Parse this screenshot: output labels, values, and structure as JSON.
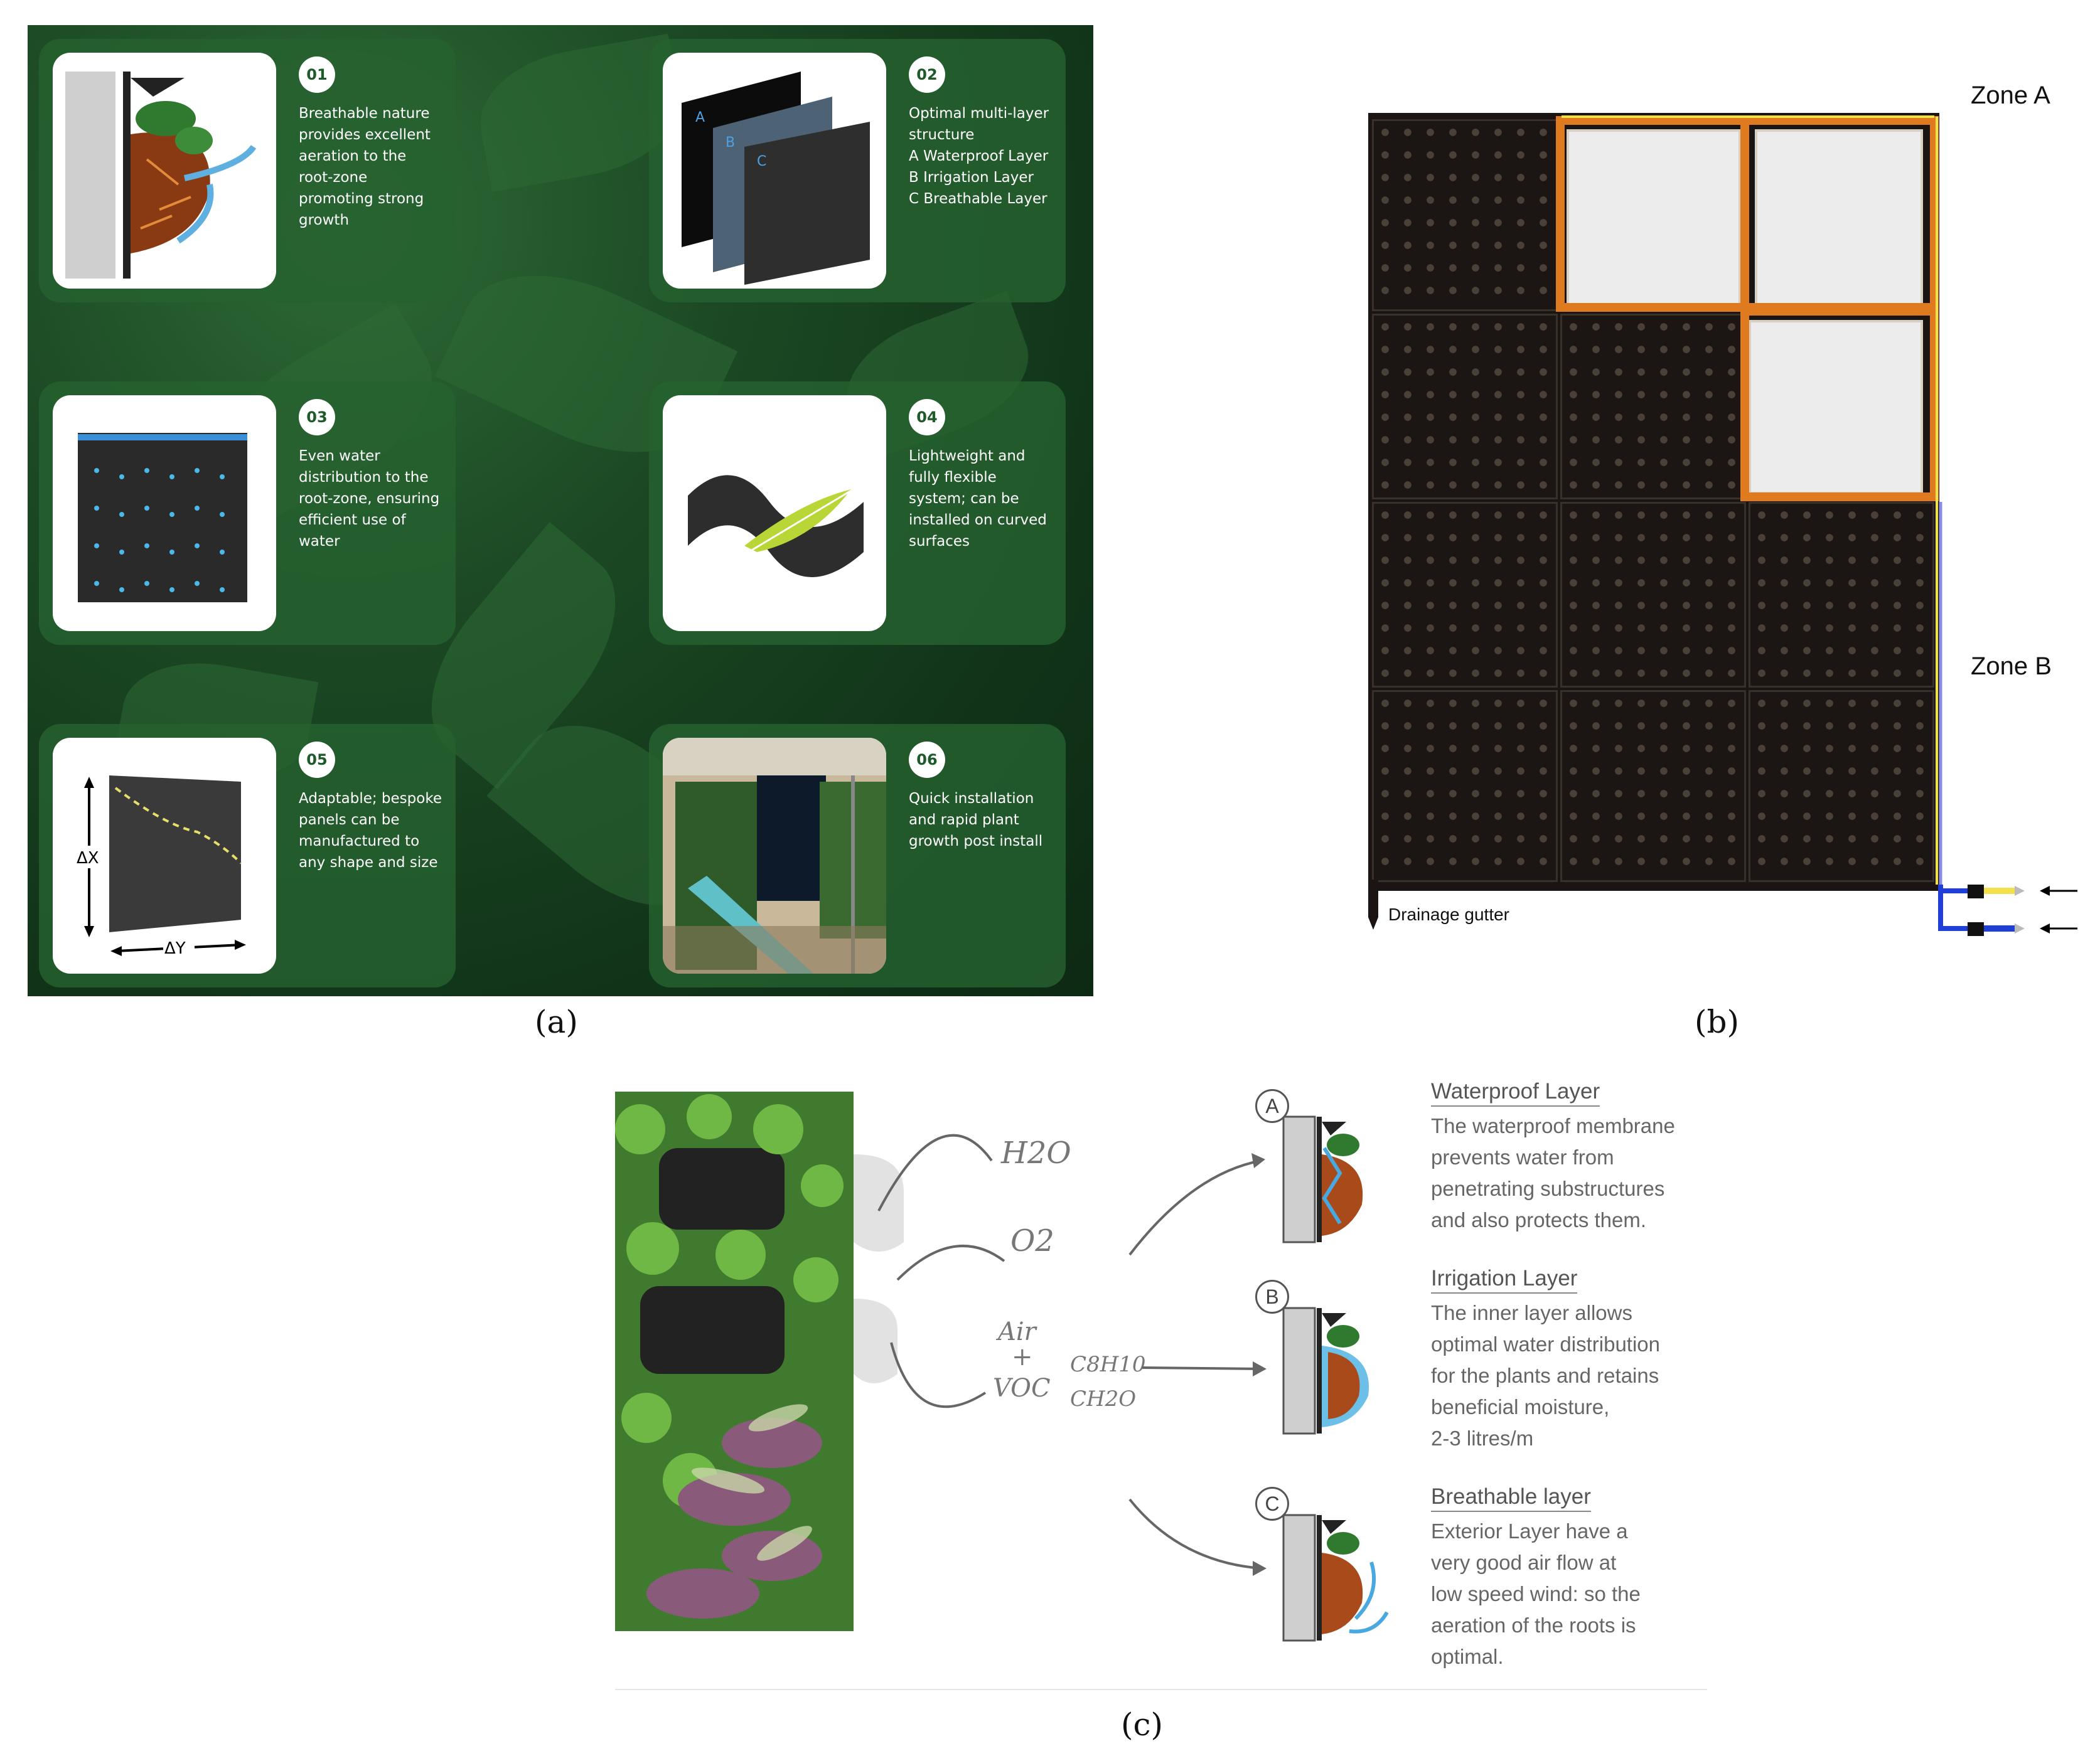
{
  "panel_a": {
    "cards": [
      {
        "number": "01",
        "lines": [
          "Breathable nature",
          "provides excellent",
          "aeration to the",
          "root-zone",
          "promoting strong",
          "growth"
        ]
      },
      {
        "number": "02",
        "lines": [
          "Optimal multi-layer",
          "structure",
          "A  Waterproof Layer",
          "B  Irrigation Layer",
          "C  Breathable Layer"
        ],
        "layer_letters": [
          "A",
          "B",
          "C"
        ]
      },
      {
        "number": "03",
        "lines": [
          "Even water",
          "distribution to the",
          "root-zone, ensuring",
          "efficient use of",
          "water"
        ]
      },
      {
        "number": "04",
        "lines": [
          "Lightweight and",
          "fully flexible",
          "system; can be",
          "installed on curved",
          "surfaces"
        ]
      },
      {
        "number": "05",
        "lines": [
          "Adaptable; bespoke",
          "panels can be",
          "manufactured to",
          "any shape and size"
        ],
        "dim_x": "ΔX",
        "dim_y": "ΔY"
      },
      {
        "number": "06",
        "lines": [
          "Quick installation",
          "and rapid plant",
          "growth post install"
        ]
      }
    ],
    "caption": "(a)",
    "colors": {
      "background": "#15391d",
      "card": "#26622f",
      "text": "#ffffff"
    }
  },
  "panel_b": {
    "zone_a": "Zone A",
    "zone_b": "Zone B",
    "drainage": "Drainage gutter",
    "caption": "(b)",
    "colors": {
      "frame": "#e07a1f",
      "pipe_yellow": "#f2e14b",
      "pipe_blue": "#1f3fd6"
    }
  },
  "panel_c": {
    "annotations": {
      "h2o": "H2O",
      "o2": "O2",
      "air": "Air",
      "plus": "+",
      "voc": "VOC",
      "c8h10": "C8H10",
      "ch2o": "CH2O"
    },
    "layers": [
      {
        "letter": "A",
        "title": "Waterproof Layer",
        "lines": [
          "The waterproof membrane",
          "prevents water from",
          "penetrating substructures",
          "and also protects them."
        ]
      },
      {
        "letter": "B",
        "title": "Irrigation Layer",
        "lines": [
          "The inner layer allows",
          "optimal water distribution",
          "for the plants and retains",
          "beneficial moisture,",
          "2-3 litres/m"
        ]
      },
      {
        "letter": "C",
        "title": "Breathable layer",
        "lines": [
          "Exterior Layer have a",
          "very good air flow at",
          "low speed wind: so the",
          "aeration of the roots is",
          "optimal."
        ]
      }
    ],
    "caption": "(c)"
  }
}
